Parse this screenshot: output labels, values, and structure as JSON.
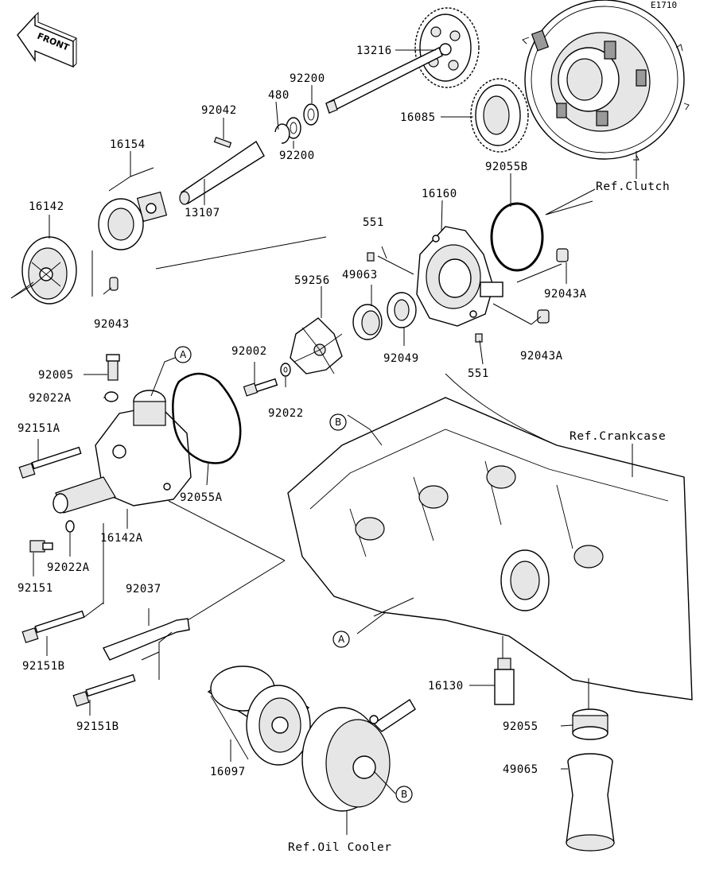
{
  "diagram_code": "E1710",
  "front_label": "FRONT",
  "parts": {
    "p13216": "13216",
    "p16085": "16085",
    "p92200a": "92200",
    "p92200b": "92200",
    "p480": "480",
    "p92042": "92042",
    "p16154": "16154",
    "p13107": "13107",
    "p16142": "16142",
    "p92043": "92043",
    "p92055B": "92055B",
    "p16160": "16160",
    "p551a": "551",
    "p551b": "551",
    "p49063": "49063",
    "p59256": "59256",
    "p92049": "92049",
    "p92043Aa": "92043A",
    "p92043Ab": "92043A",
    "p92002": "92002",
    "p92022": "92022",
    "p92005": "92005",
    "p92022A": "92022A",
    "p92151A": "92151A",
    "p92055A": "92055A",
    "p16142A": "16142A",
    "p92151": "92151",
    "p92022Ab": "92022A",
    "p92037": "92037",
    "p92151Ba": "92151B",
    "p92151Bb": "92151B",
    "p16097": "16097",
    "p16130": "16130",
    "p92055": "92055",
    "p49065": "49065"
  },
  "refs": {
    "clutch": "Ref.Clutch",
    "crankcase": "Ref.Crankcase",
    "oil_cooler": "Ref.Oil Cooler"
  },
  "callouts": {
    "a1": "A",
    "a2": "A",
    "b1": "B",
    "b2": "B"
  }
}
